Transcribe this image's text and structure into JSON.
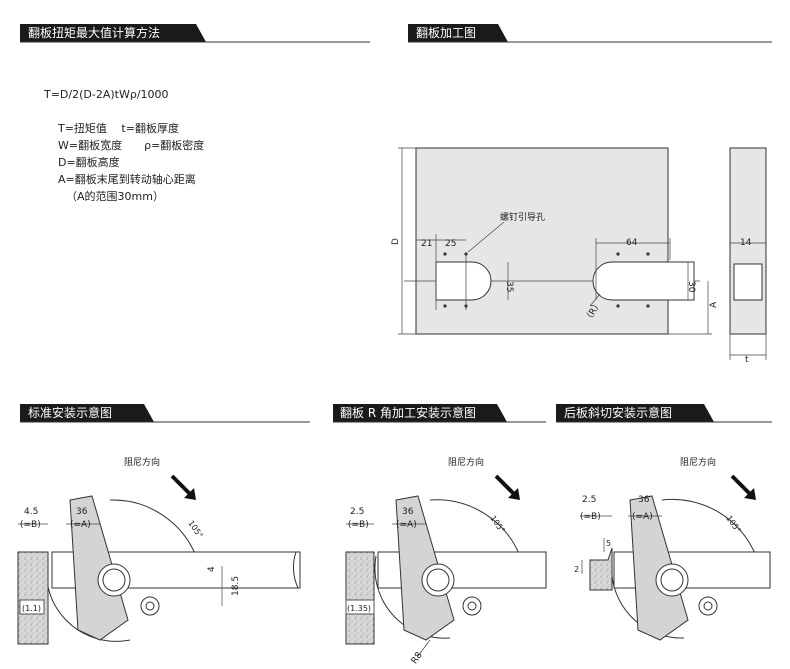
{
  "headers": {
    "torque": "翻板扭矩最大值计算方法",
    "processing": "翻板加工图",
    "standard": "标准安装示意图",
    "r_corner": "翻板 R 角加工安装示意图",
    "rear_bevel": "后板斜切安装示意图"
  },
  "formula": "T=D/2(D-2A)tWρ/1000",
  "legend": [
    "T=扭矩值　 t=翻板厚度",
    "W=翻板宽度　　ρ=翻板密度",
    "D=翻板高度",
    "A=翻板末尾到转动轴心距离",
    "（A的范围30mm）"
  ],
  "processing_labels": {
    "D": "D",
    "A": "A",
    "t": "t",
    "screw_hole": "螺钉引导孔",
    "d21": "21",
    "d25": "25",
    "d35": "35",
    "d64": "64",
    "d30": "30",
    "d14": "14",
    "R": "（R）"
  },
  "damping": "阻尼方向",
  "angle": "105°",
  "standard_labels": {
    "d45": "4.5",
    "b": "(=B)",
    "d36": "36",
    "a": "(=A)",
    "d4": "4",
    "d185": "18.5",
    "d11": "(1.1)"
  },
  "rcorner_labels": {
    "d25": "2.5",
    "b": "(=B)",
    "d36": "36",
    "a": "(=A)",
    "d135": "(1.35)",
    "r8": "R8"
  },
  "bevel_labels": {
    "d25": "2.5",
    "b": "(=B)",
    "d36": "36",
    "a": "(=A)",
    "d5": "5",
    "d2": "2"
  }
}
